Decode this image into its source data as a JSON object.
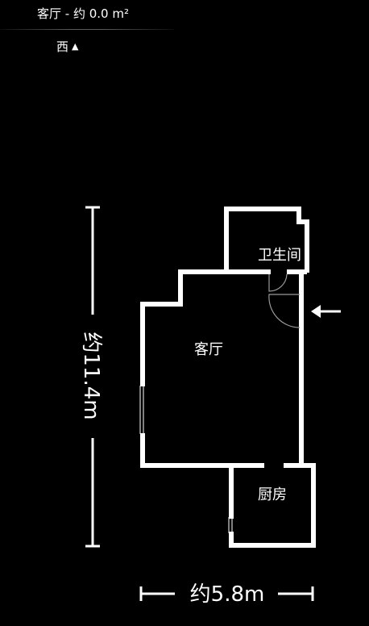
{
  "header": {
    "title": "客厅 - 约 0.0 m²"
  },
  "compass": {
    "direction": "西",
    "arrow_icon": "triangle-up-icon"
  },
  "rooms": {
    "living_room": "客厅",
    "bathroom": "卫生间",
    "kitchen": "厨房"
  },
  "dimensions": {
    "height": "约11.4m",
    "width": "约5.8m"
  },
  "colors": {
    "background": "#000000",
    "walls": "#ffffff",
    "door_arc": "#9a9a9a"
  }
}
